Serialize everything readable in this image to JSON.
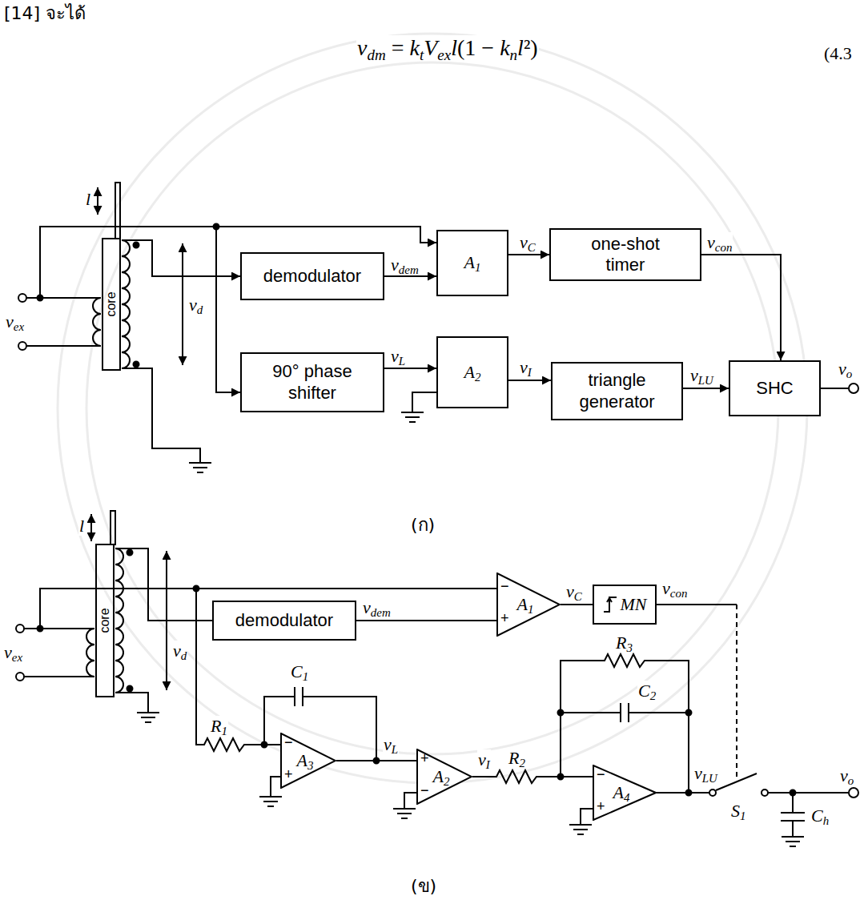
{
  "diagram": {
    "nodes": [
      {
        "text": [
          "demodulator"
        ]
      },
      {
        "text": [
          "A1"
        ]
      },
      {
        "text": [
          "one-shot timer"
        ]
      },
      {
        "text": [
          "90° phase shifter"
        ]
      },
      {
        "text": [
          "A2"
        ]
      },
      {
        "text": [
          "triangle generator"
        ]
      },
      {
        "text": [
          "SHC"
        ]
      },
      {
        "text": [
          "demodulator"
        ]
      },
      {
        "text": [
          "A1"
        ]
      },
      {
        "text": [
          "MN"
        ]
      },
      {
        "text": [
          "A3"
        ]
      },
      {
        "text": [
          "A2"
        ]
      },
      {
        "text": [
          "A4"
        ]
      }
    ],
    "edges": [
      {
        "from": 0,
        "to": 1,
        "label": "vdem",
        "arrow": "to"
      },
      {
        "from": 1,
        "to": 2,
        "label": "vC",
        "arrow": "to"
      },
      {
        "from": 2,
        "to": 6,
        "label": "vcon",
        "arrow": "to"
      },
      {
        "from": 3,
        "to": 4,
        "label": "vL",
        "arrow": "to"
      },
      {
        "from": 4,
        "to": 5,
        "label": "vI",
        "arrow": "to"
      },
      {
        "from": 5,
        "to": 6,
        "label": "vLU",
        "arrow": "to"
      },
      {
        "from": 7,
        "to": 8,
        "label": "vdem",
        "arrow": "none"
      },
      {
        "from": 8,
        "to": 9,
        "label": "vC",
        "arrow": "none"
      },
      {
        "from": 10,
        "to": 11,
        "label": "vL",
        "arrow": "none"
      }
    ],
    "labels": [
      "[14] จะได้",
      "vdm = ktVexl(1 − knl²)",
      "(4.3",
      "l",
      "vex",
      "core",
      "vd",
      "vo",
      "(ก)",
      "l",
      "vex",
      "core",
      "vd",
      "−",
      "+",
      "vcon",
      "R1",
      "C1",
      "−",
      "+",
      "+",
      "−",
      "vI",
      "R2",
      "R3",
      "C2",
      "−",
      "+",
      "vLU",
      "S1",
      "Ch",
      "vo",
      "(ข)"
    ]
  }
}
